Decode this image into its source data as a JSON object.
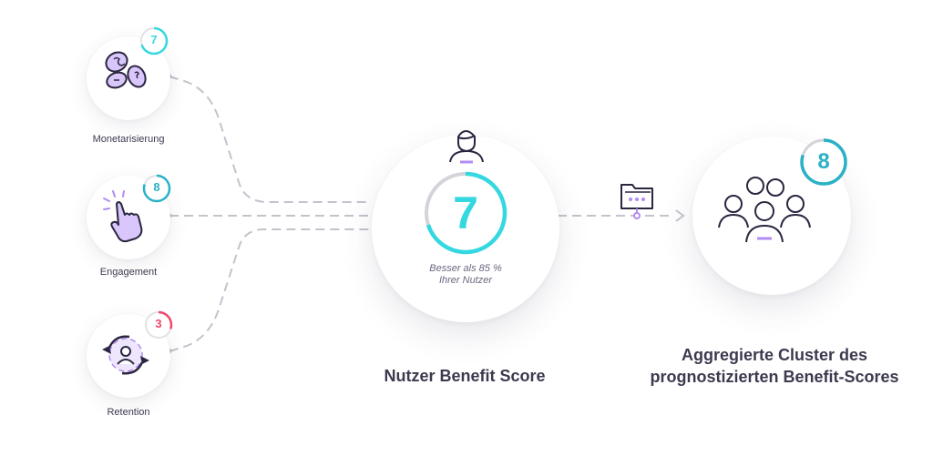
{
  "left_items": [
    {
      "label": "Monetarisierung",
      "score": "7",
      "color": "#35d8e0",
      "icon": "coins-icon"
    },
    {
      "label": "Engagement",
      "score": "8",
      "color": "#2bb1c6",
      "icon": "pointer-click-icon"
    },
    {
      "label": "Retention",
      "score": "3",
      "color": "#f0466e",
      "icon": "user-cycle-icon"
    }
  ],
  "center": {
    "score": "7",
    "sub_line1": "Besser als 85 %",
    "sub_line2": "Ihrer Nutzer",
    "title": "Nutzer Benefit Score",
    "ring_color": "#35d8e0",
    "icon": "user-icon"
  },
  "right": {
    "score": "8",
    "title_line1": "Aggregierte Cluster des",
    "title_line2": "prognostizierten Benefit-Scores",
    "ring_color": "#2bb1c6",
    "icon": "user-group-icon",
    "connector_icon": "folder-password-icon"
  },
  "colors": {
    "accent_purple": "#b28cf0",
    "icon_stroke": "#2a2640",
    "dash": "#c4c3cc"
  }
}
